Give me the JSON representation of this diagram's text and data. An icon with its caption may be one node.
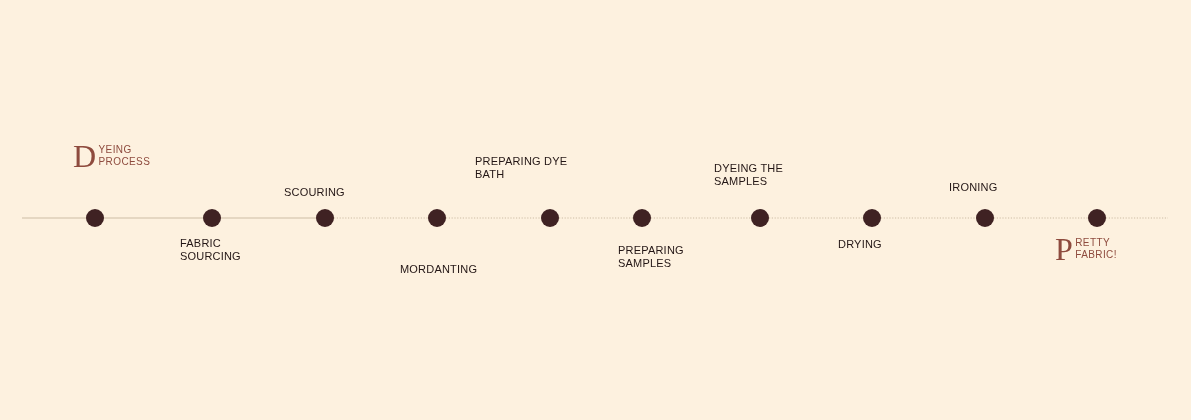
{
  "diagram": {
    "nodes": [
      {
        "text": [],
        "shape": "circle",
        "beside": [
          "DYEING PROCESS"
        ]
      },
      {
        "text": [],
        "shape": "circle",
        "beside": [
          "FABRIC SOURCING"
        ]
      },
      {
        "text": [],
        "shape": "circle",
        "beside": [
          "SCOURING"
        ]
      },
      {
        "text": [],
        "shape": "circle",
        "beside": [
          "MORDANTING"
        ]
      },
      {
        "text": [],
        "shape": "circle",
        "beside": [
          "PREPARING DYE BATH"
        ]
      },
      {
        "text": [],
        "shape": "circle",
        "beside": [
          "PREPARING SAMPLES"
        ]
      },
      {
        "text": [],
        "shape": "circle",
        "beside": [
          "DYEING THE SAMPLES"
        ]
      },
      {
        "text": [],
        "shape": "circle",
        "beside": [
          "DRYING"
        ]
      },
      {
        "text": [],
        "shape": "circle",
        "beside": [
          "IRONING"
        ]
      },
      {
        "text": [],
        "shape": "circle",
        "beside": [
          "PRETTY FABRIC!"
        ]
      }
    ],
    "edges": [
      {
        "from": null,
        "to": 0,
        "arrow": "none"
      },
      {
        "from": 0,
        "to": 1,
        "arrow": "none"
      },
      {
        "from": 1,
        "to": 2,
        "arrow": "none"
      },
      {
        "from": 2,
        "to": 3,
        "arrow": "none",
        "style": "dashed"
      },
      {
        "from": 3,
        "to": 4,
        "arrow": "none",
        "style": "dashed"
      },
      {
        "from": 4,
        "to": 5,
        "arrow": "none",
        "style": "dashed"
      },
      {
        "from": 5,
        "to": 6,
        "arrow": "none",
        "style": "dashed"
      },
      {
        "from": 6,
        "to": 7,
        "arrow": "none",
        "style": "dashed"
      },
      {
        "from": 7,
        "to": 8,
        "arrow": "none",
        "style": "dashed"
      },
      {
        "from": 8,
        "to": 9,
        "arrow": "none",
        "style": "dashed"
      },
      {
        "from": 9,
        "to": null,
        "arrow": "none",
        "style": "dashed"
      }
    ]
  }
}
